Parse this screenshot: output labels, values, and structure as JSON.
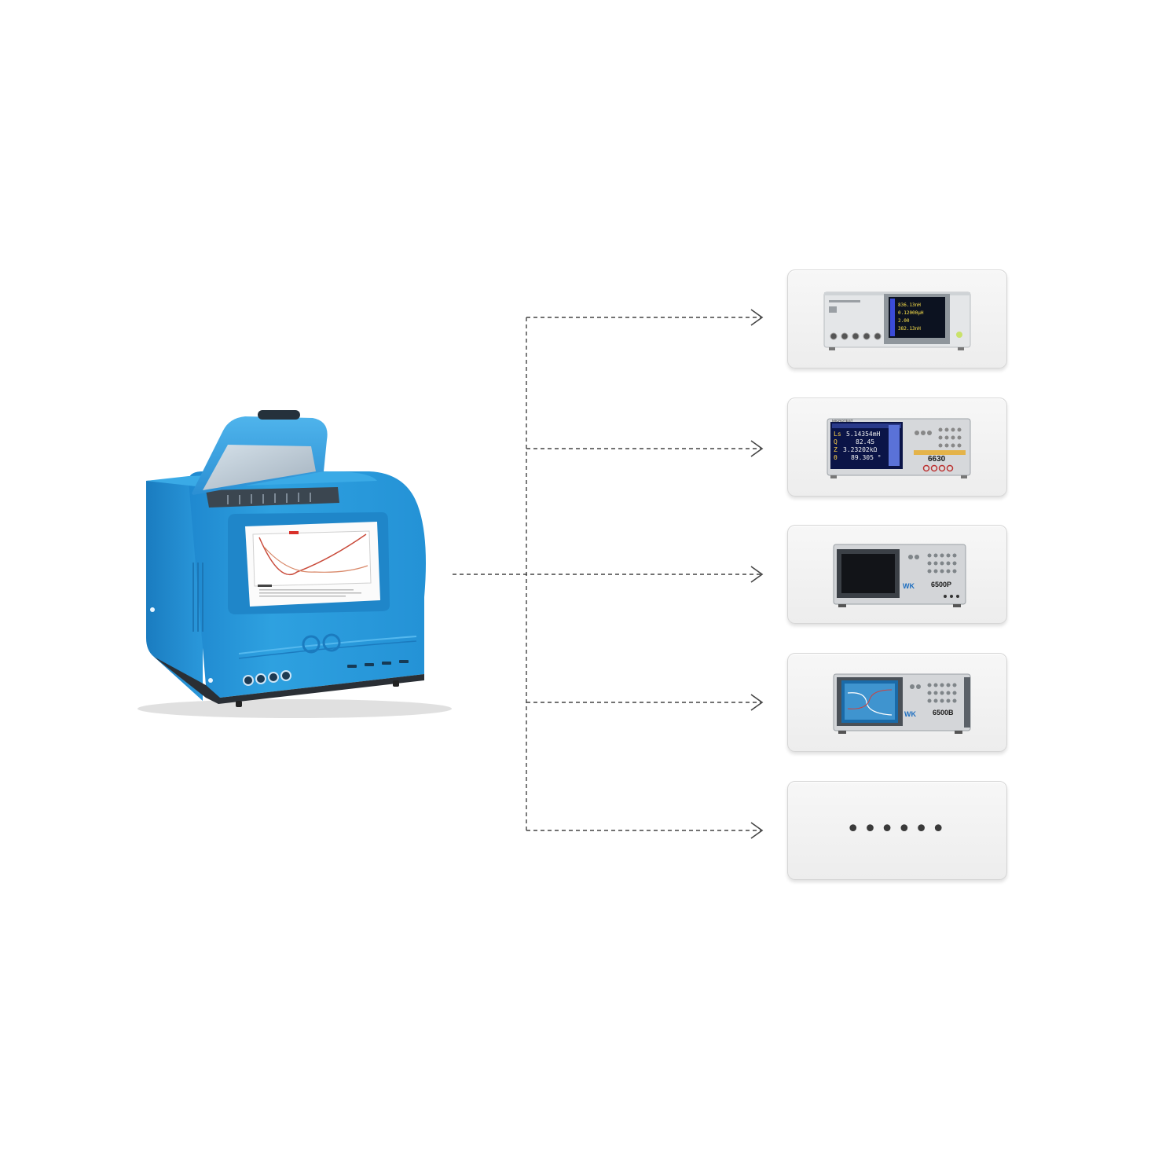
{
  "devices": [
    {
      "name": "LCR meter (silver, color display)",
      "readout": [
        "836.13nH",
        "0.12000μH",
        "2.00",
        "382.13nH"
      ]
    },
    {
      "name": "Microtest 6630",
      "brand": "MICROTEST",
      "model": "6630",
      "readout": [
        {
          "sym": "Ls",
          "val": "5.14354mH"
        },
        {
          "sym": "Q",
          "val": "82.45"
        },
        {
          "sym": "Z",
          "val": "3.23202kΩ"
        },
        {
          "sym": "θ",
          "val": "89.305 °"
        }
      ]
    },
    {
      "name": "Wayne Kerr 6500P",
      "brand": "WK",
      "model": "6500P"
    },
    {
      "name": "Wayne Kerr 6500B",
      "brand": "WK",
      "model": "6500B"
    }
  ],
  "more_label": "••••••",
  "colors": {
    "analyzer_body": "#2ea1e0",
    "arrow": "#444444",
    "card_border": "#d6d6d6"
  }
}
